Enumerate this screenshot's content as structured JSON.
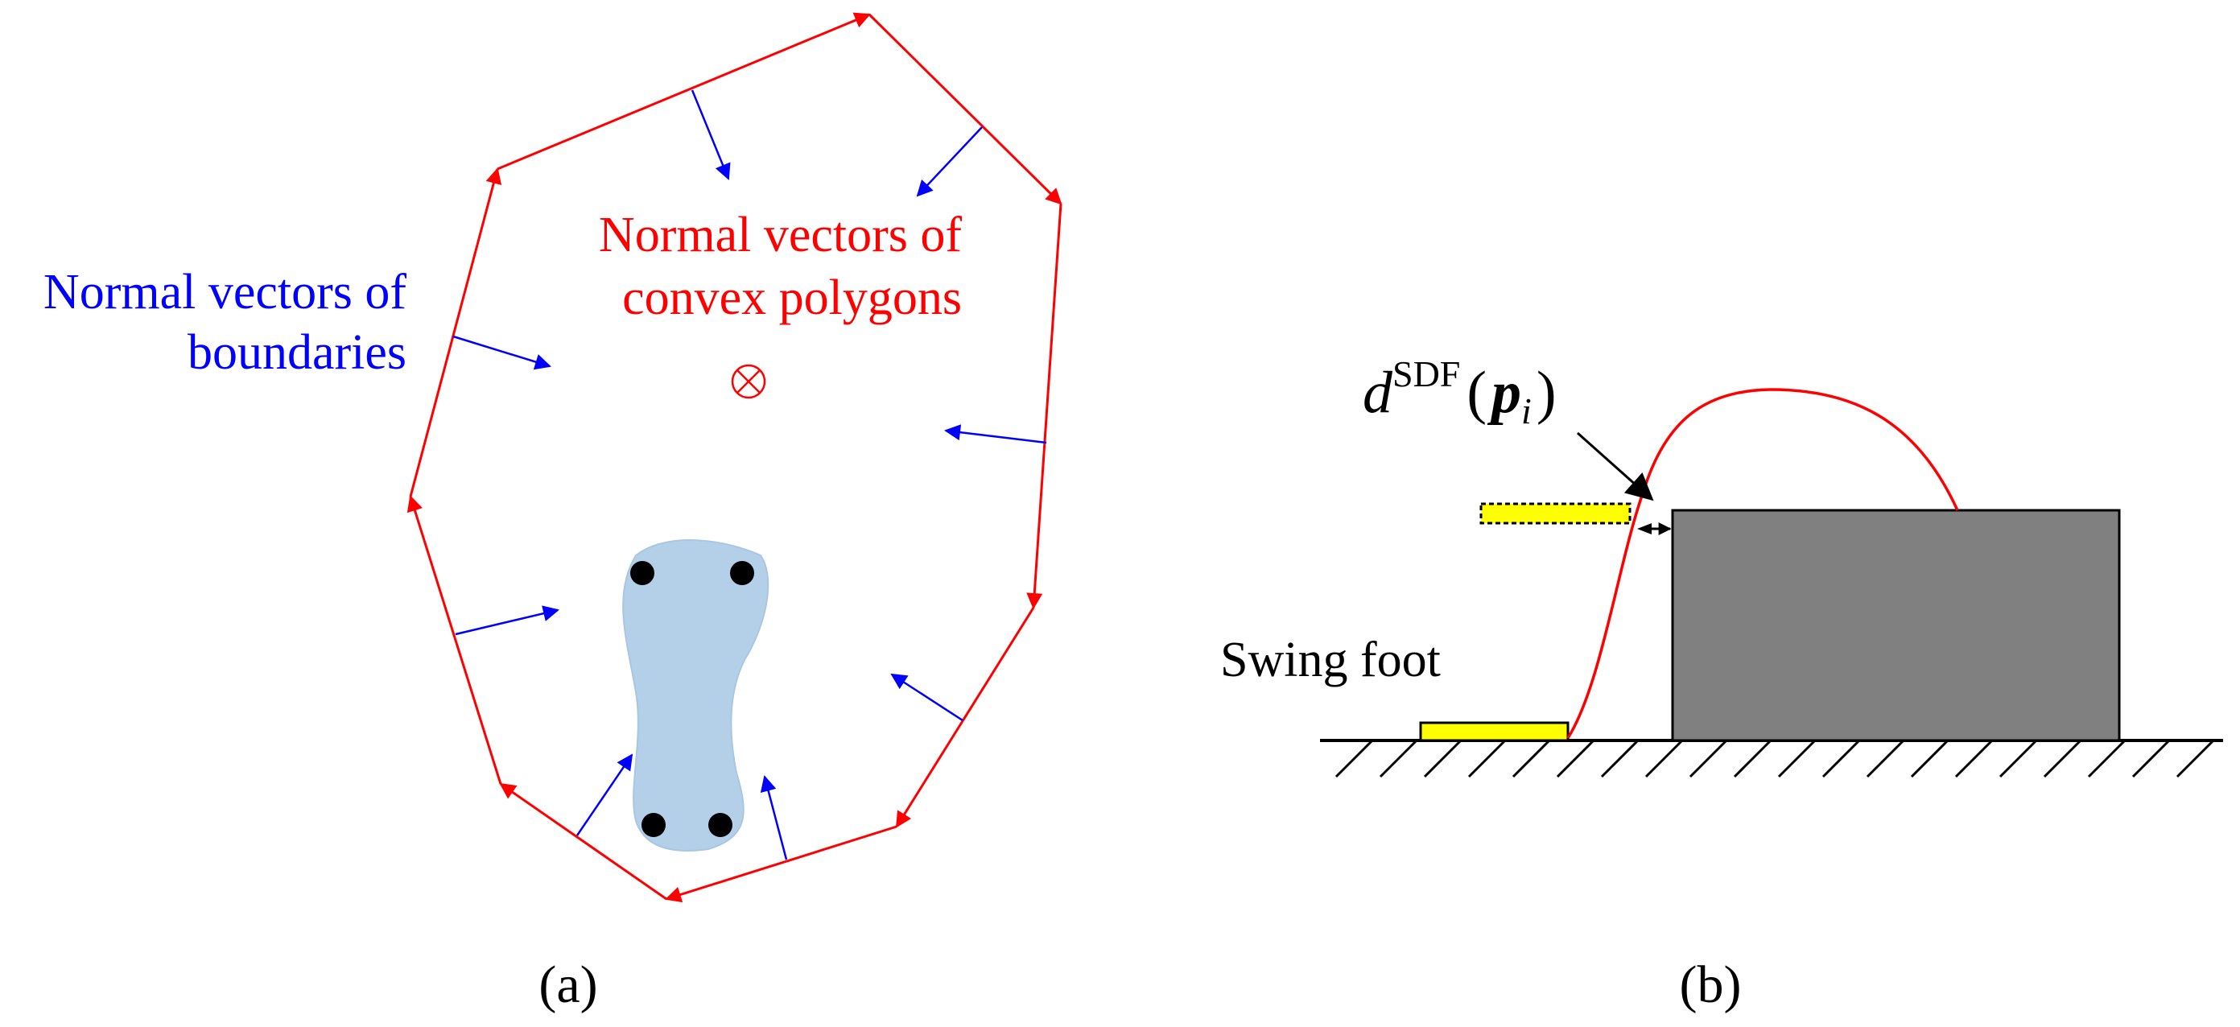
{
  "panel_a": {
    "boundary_label_line1": "Normal vectors of",
    "boundary_label_line2": "boundaries",
    "polygon_label_line1": "Normal vectors of",
    "polygon_label_line2": "convex polygons",
    "caption": "(a)"
  },
  "panel_b": {
    "sdf_label_d": "d",
    "sdf_label_sup": "SDF",
    "sdf_label_arg": "(",
    "sdf_label_p": "p",
    "sdf_label_i": "i",
    "sdf_label_close": ")",
    "swing_foot_label": "Swing foot",
    "caption": "(b)"
  },
  "colors": {
    "polygon_edge": "#ff0000",
    "boundary_normal": "#0000ff",
    "foot_region": "#b4cfe8",
    "obstacle": "#808080",
    "swing_foot": "#ffff00",
    "trajectory": "#ff0000"
  },
  "icons": {
    "center_marker": "circle-times-icon",
    "contact_point": "filled-circle-icon"
  }
}
